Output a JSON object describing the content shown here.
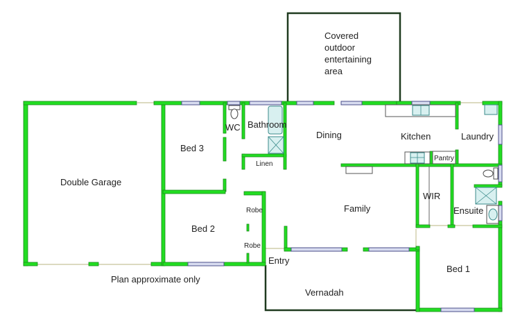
{
  "floor_plan": {
    "caption": "Plan approximate only",
    "wall_color": "#22dd22",
    "window_color": "#d8dcf0",
    "rooms": {
      "outdoor": {
        "line1": "Covered",
        "line2": "outdoor",
        "line3": "entertaining",
        "line4": "area"
      },
      "garage": "Double Garage",
      "bed3": "Bed 3",
      "wc": "WC",
      "bathroom": "Bathroom",
      "linen": "Linen",
      "dining": "Dining",
      "kitchen": "Kitchen",
      "laundry": "Laundry",
      "pantry": "Pantry",
      "wir": "WIR",
      "ensuite": "Ensuite",
      "family": "Family",
      "bed2": "Bed 2",
      "robe_top": "Robe",
      "robe_bottom": "Robe",
      "entry": "Entry",
      "vernadah": "Vernadah",
      "bed1": "Bed 1"
    }
  }
}
